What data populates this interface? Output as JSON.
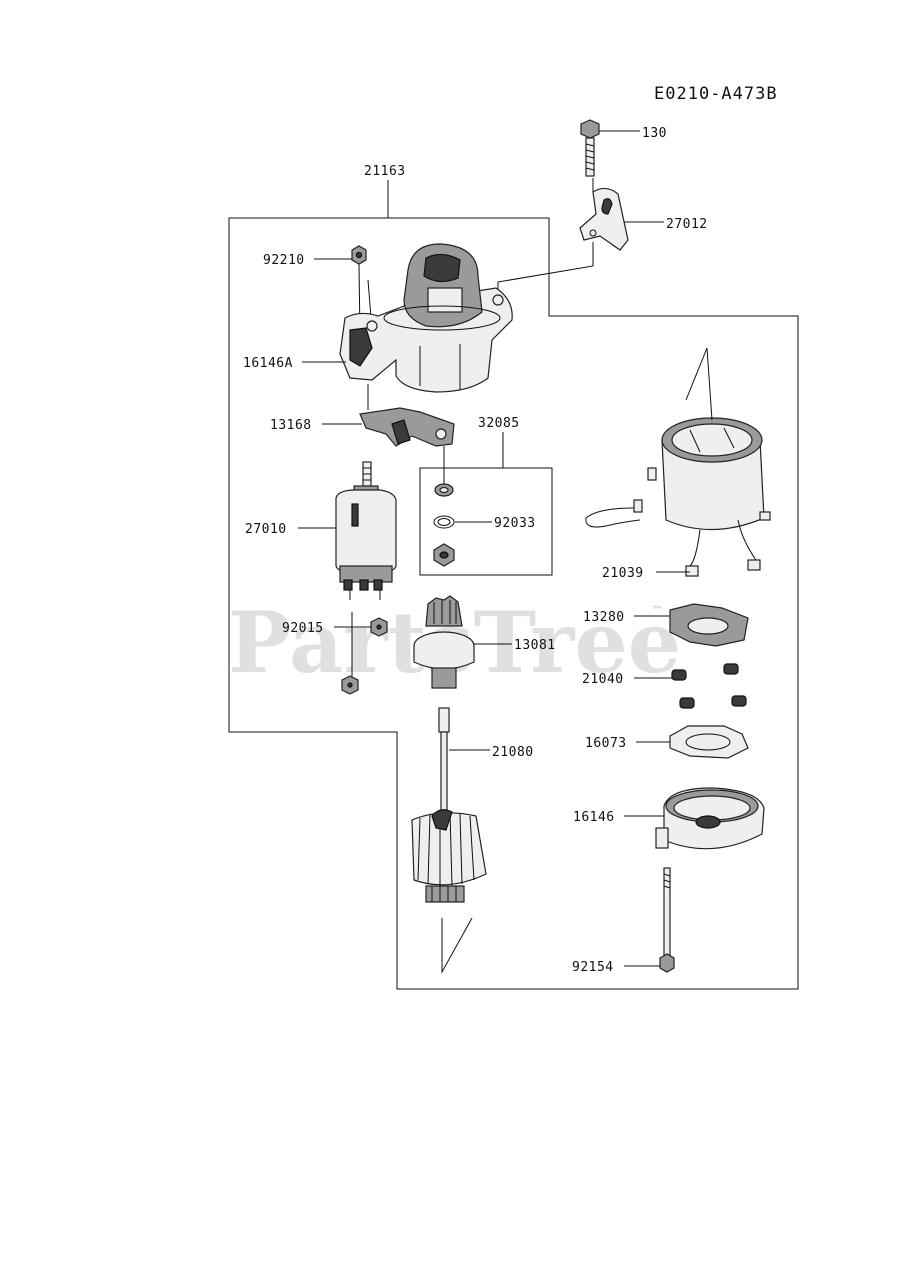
{
  "diagram_code": "E0210-A473B",
  "watermark": {
    "text": "PartsTree",
    "trademark": "™"
  },
  "parts": {
    "p130": "130",
    "p27012": "27012",
    "p21163": "21163",
    "p92210": "92210",
    "p16146A": "16146A",
    "p13168": "13168",
    "p32085": "32085",
    "p27010": "27010",
    "p92033": "92033",
    "p21039": "21039",
    "p13280": "13280",
    "p92015": "92015",
    "p13081": "13081",
    "p21040": "21040",
    "p16073": "16073",
    "p21080": "21080",
    "p16146": "16146",
    "p92154": "92154"
  }
}
